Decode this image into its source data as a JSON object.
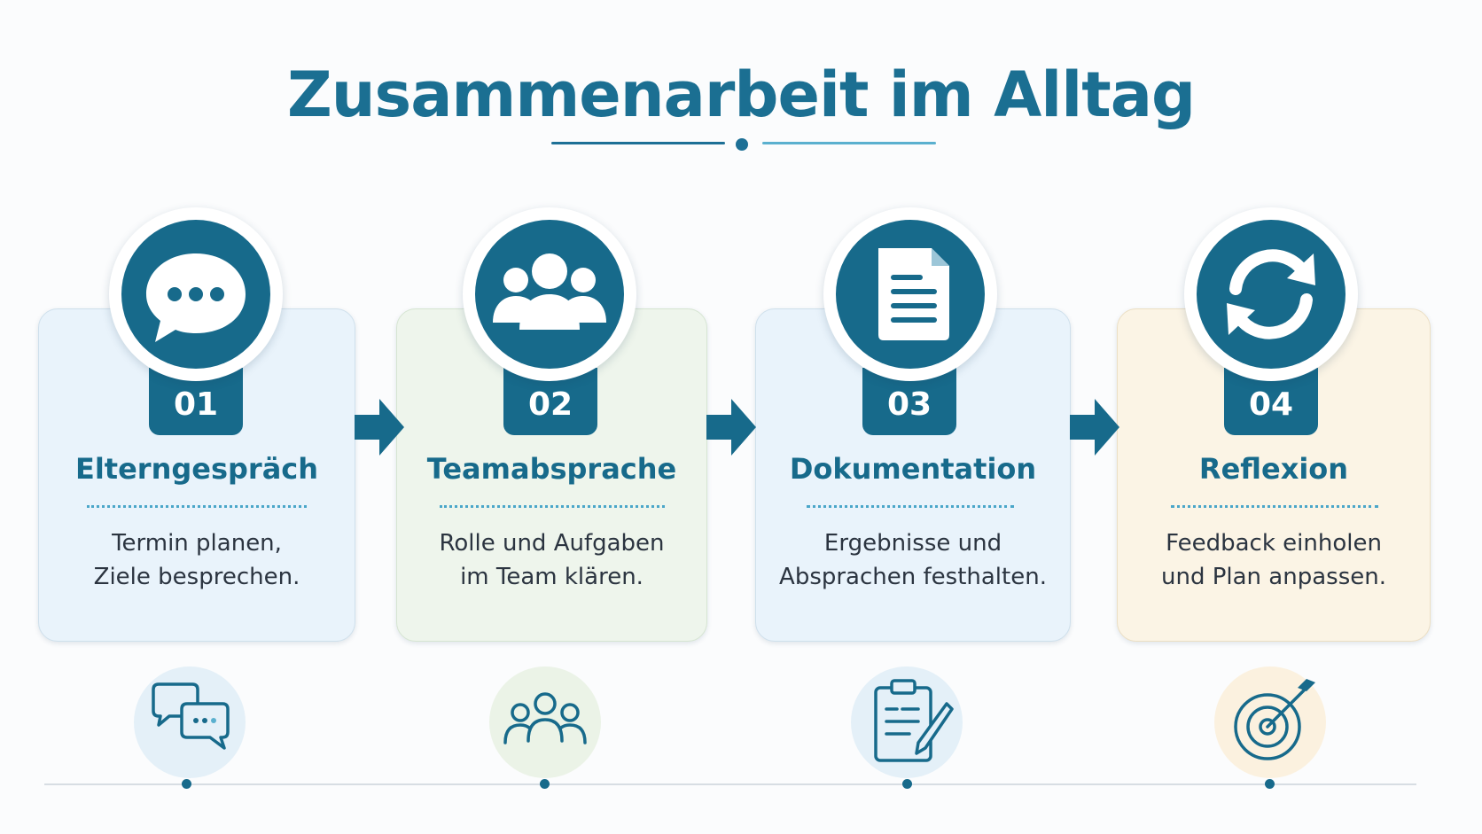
{
  "title": "Zusammenarbeit im Alltag",
  "steps": [
    {
      "number": "01",
      "title": "Elterngespräch",
      "desc_line1": "Termin planen,",
      "desc_line2": "Ziele besprechen.",
      "icon": "chat-bubble-icon",
      "sub_icon": "conversation-icon"
    },
    {
      "number": "02",
      "title": "Teamabsprache",
      "desc_line1": "Rolle und Aufgaben",
      "desc_line2": "im Team klären.",
      "icon": "team-icon",
      "sub_icon": "people-outline-icon"
    },
    {
      "number": "03",
      "title": "Dokumentation",
      "desc_line1": "Ergebnisse und",
      "desc_line2": "Absprachen festhalten.",
      "icon": "document-icon",
      "sub_icon": "clipboard-pen-icon"
    },
    {
      "number": "04",
      "title": "Reflexion",
      "desc_line1": "Feedback einholen",
      "desc_line2": "und Plan anpassen.",
      "icon": "refresh-icon",
      "sub_icon": "target-icon"
    }
  ],
  "colors": {
    "primary": "#176a8b",
    "accent": "#5ab0cf",
    "card_blue": "#e9f3fb",
    "card_green": "#eef5ec",
    "card_yellow": "#fbf4e5"
  }
}
